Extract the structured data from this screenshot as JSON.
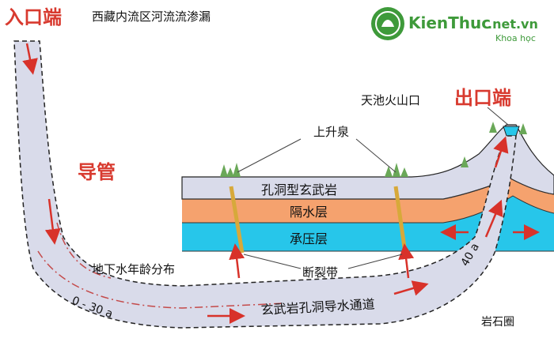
{
  "diagram": {
    "title": "西藏内流区河流流渗漏",
    "inlet_label": "入口端",
    "outlet_label": "出口端",
    "conduit_label": "导管",
    "crater_label": "天池火山口",
    "spring_label": "上升泉",
    "layer_basalt": "孔洞型玄武岩",
    "layer_aquiclude": "隔水层",
    "layer_confined": "承压层",
    "fault_label": "断裂带",
    "age_title": "地下水年龄分布",
    "age_range_1": "0 - 30 a",
    "age_range_2": "40 a",
    "channel_label": "玄武岩孔洞导水通道",
    "lithosphere_label": "岩石圈",
    "colors": {
      "channel_fill": "#d9dbea",
      "aquiclude": "#f5a26e",
      "confined": "#27c6ea",
      "arrow": "#d8322a",
      "fault": "#d7a93a",
      "tree": "#6aa858"
    }
  },
  "watermark": {
    "brand": "KienThuc",
    "domain": ".net.vn",
    "tagline": "Khoa học"
  }
}
